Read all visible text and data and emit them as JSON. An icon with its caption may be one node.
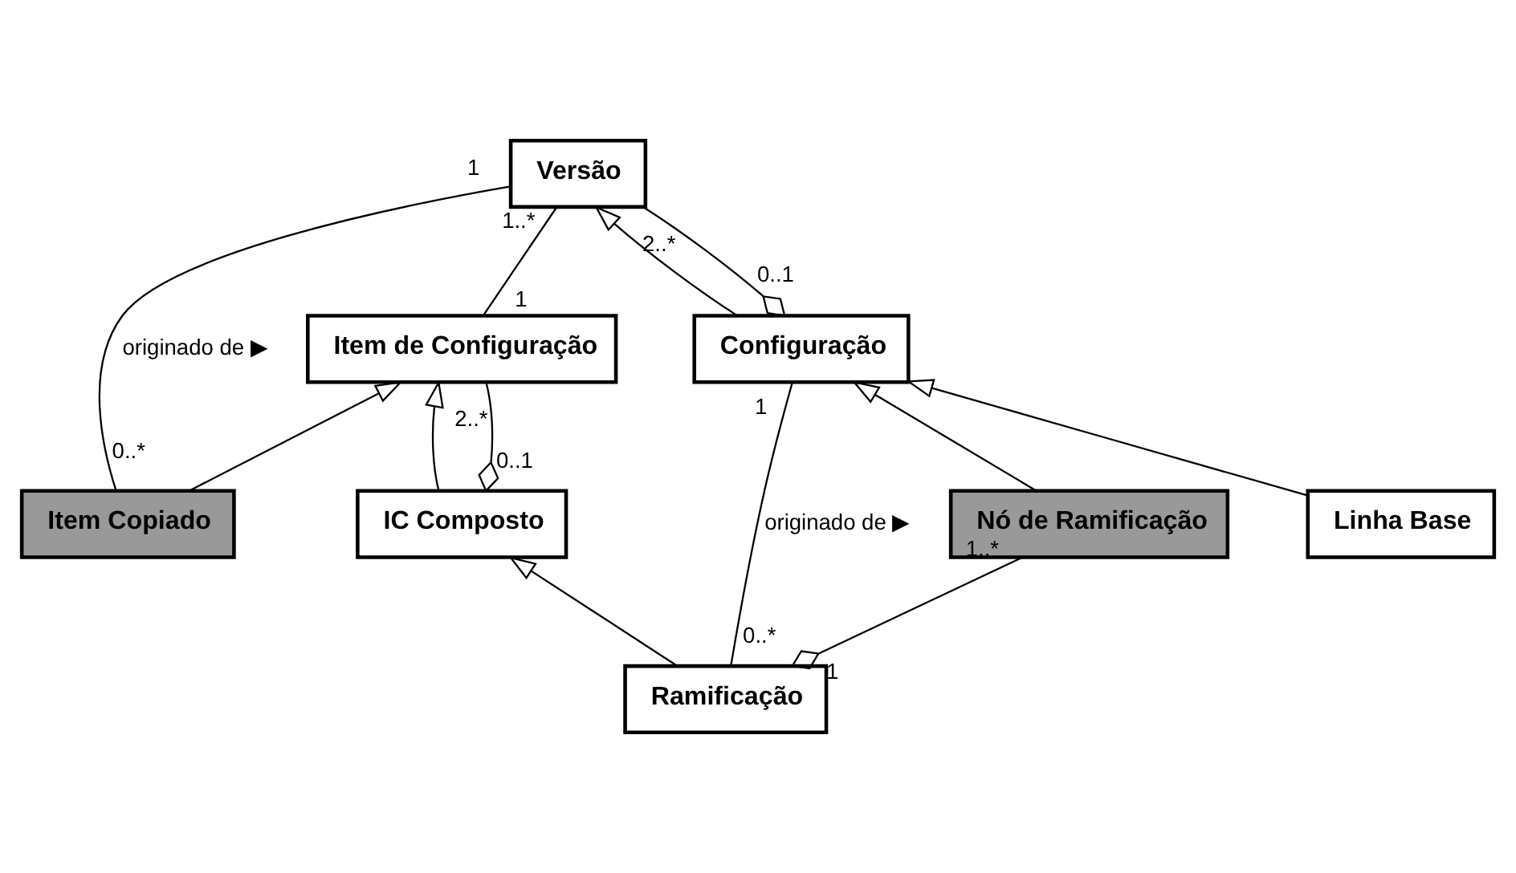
{
  "diagram": {
    "nodes": [
      {
        "text": [
          "Item de Configuração"
        ]
      },
      {
        "text": [
          "Versão"
        ]
      },
      {
        "text": [
          "IC Composto"
        ]
      },
      {
        "text": [
          "Item Copiado"
        ]
      },
      {
        "text": [
          "Configuração"
        ]
      },
      {
        "text": [
          "Ramificação"
        ]
      },
      {
        "text": [
          "Nó de Ramificação"
        ]
      },
      {
        "text": [
          "Linha Base"
        ]
      }
    ],
    "edges": [
      {
        "from": 0,
        "to": 1,
        "arrow": "none"
      },
      {
        "from": 2,
        "to": 0,
        "arrow": "to"
      },
      {
        "from": 2,
        "to": 0,
        "arrow": "other"
      },
      {
        "from": 3,
        "to": 0,
        "arrow": "to"
      },
      {
        "from": 3,
        "to": 1,
        "arrow": "none",
        "label": "originado de ▶"
      },
      {
        "from": 4,
        "to": 1,
        "arrow": "to"
      },
      {
        "from": 4,
        "to": 1,
        "arrow": "other"
      },
      {
        "from": 5,
        "to": 2,
        "arrow": "to"
      },
      {
        "from": 5,
        "to": 4,
        "arrow": "none",
        "label": "originado de ▶"
      },
      {
        "from": 5,
        "to": 6,
        "arrow": "other"
      },
      {
        "from": 6,
        "to": 4,
        "arrow": "to"
      },
      {
        "from": 7,
        "to": 4,
        "arrow": "to"
      }
    ],
    "labels": [
      "1",
      "1..*",
      "1",
      "2..*",
      "0..1",
      "2..*",
      "0..*",
      "0..1",
      "1",
      "0..*",
      "1",
      "1..*"
    ]
  }
}
